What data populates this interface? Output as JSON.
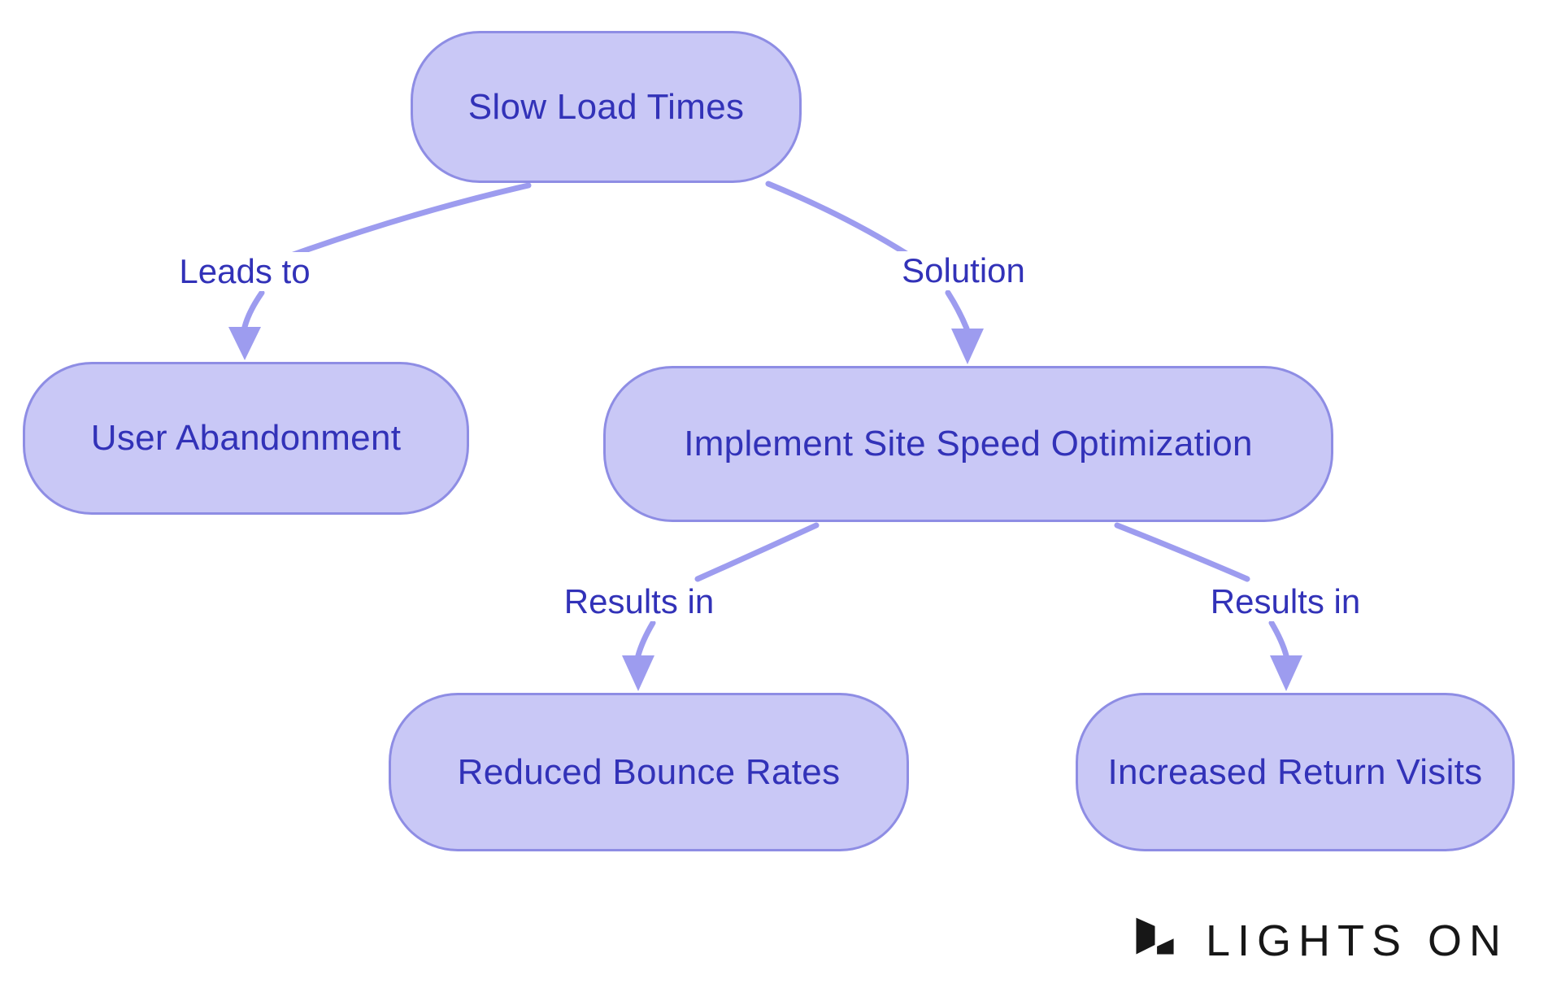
{
  "diagram": {
    "type": "flowchart",
    "nodes": [
      {
        "id": "slow-load-times",
        "label": "Slow Load Times"
      },
      {
        "id": "user-abandonment",
        "label": "User Abandonment"
      },
      {
        "id": "implement-site-speed-optimization",
        "label": "Implement Site Speed Optimization"
      },
      {
        "id": "reduced-bounce-rates",
        "label": "Reduced Bounce Rates"
      },
      {
        "id": "increased-return-visits",
        "label": "Increased Return Visits"
      }
    ],
    "edges": [
      {
        "from": "Slow Load Times",
        "to": "User Abandonment",
        "label": "Leads to"
      },
      {
        "from": "Slow Load Times",
        "to": "Implement Site Speed Optimization",
        "label": "Solution"
      },
      {
        "from": "Implement Site Speed Optimization",
        "to": "Reduced Bounce Rates",
        "label": "Results in"
      },
      {
        "from": "Implement Site Speed Optimization",
        "to": "Increased Return Visits",
        "label": "Results in"
      }
    ],
    "colors": {
      "node_fill": "#c9c8f6",
      "node_border": "#8e8de4",
      "node_text": "#3232b8",
      "label_text": "#3232b8",
      "edge_line": "#9d9cef",
      "logo_color": "#171717"
    }
  },
  "branding": {
    "logo_text": "LIGHTS ON"
  }
}
